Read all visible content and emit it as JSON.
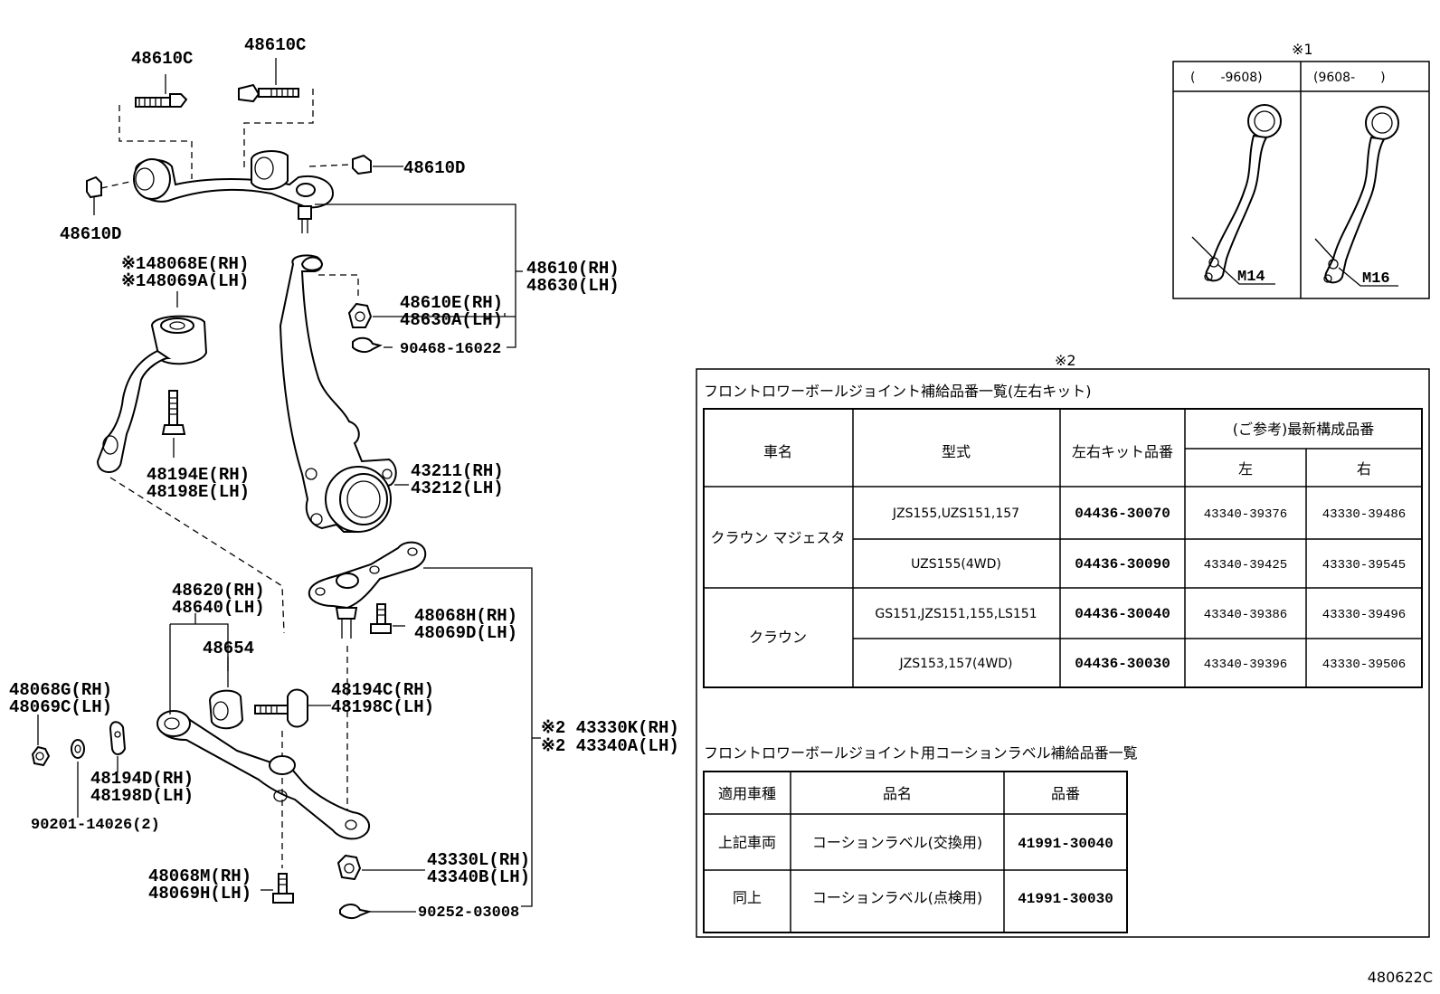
{
  "callouts": {
    "bolt_a": "48610C",
    "bolt_b": "48610C",
    "cap_right": "48610D",
    "cap_left": "48610D",
    "upper_arm_rh": "48610(RH)",
    "upper_arm_lh": "48630(LH)",
    "nut_rh": "48610E(RH)",
    "nut_lh": "48630A(LH)",
    "pin_top": "90468-16022",
    "strut_rh": "※148068E(RH)",
    "strut_lh": "※148069A(LH)",
    "strut_bolt_rh": "48194E(RH)",
    "strut_bolt_lh": "48198E(LH)",
    "knuckle_rh": "43211(RH)",
    "knuckle_lh": "43212(LH)",
    "lower_arm_rh": "48620(RH)",
    "lower_arm_lh": "48640(LH)",
    "bush": "48654",
    "bj_bolt_rh": "48068H(RH)",
    "bj_bolt_lh": "48069D(LH)",
    "cam_bolt_rh": "48194C(RH)",
    "cam_bolt_lh": "48198C(LH)",
    "washer_rh": "48068G(RH)",
    "washer_lh": "48069C(LH)",
    "plate_rh": "48194D(RH)",
    "plate_lh": "48198D(LH)",
    "nut_small": "90201-14026(2)",
    "ball_joint_rh": "※2 43330K(RH)",
    "ball_joint_lh": "※2 43340A(LH)",
    "bj_nut_rh": "43330L(RH)",
    "bj_nut_lh": "43340B(LH)",
    "low_bolt_rh": "48068M(RH)",
    "low_bolt_lh": "48069H(LH)",
    "pin_bottom": "90252-03008"
  },
  "inset1": {
    "mark": "※1",
    "col_left": "(　　-9608)",
    "col_right": "(9608-　　)",
    "size_left": "M14",
    "size_right": "M16"
  },
  "table1": {
    "mark": "※2",
    "title": "フロントロワーボールジョイント補給品番一覧(左右キット)",
    "h_car": "車名",
    "h_model": "型式",
    "h_kit": "左右キット品番",
    "h_ref": "(ご参考)最新構成品番",
    "h_left": "左",
    "h_right": "右",
    "car_majesta": "クラウン マジェスタ",
    "car_crown": "クラウン",
    "rows": [
      {
        "model": "JZS155,UZS151,157",
        "kit": "04436-30070",
        "left": "43340-39376",
        "right": "43330-39486"
      },
      {
        "model": "UZS155(4WD)",
        "kit": "04436-30090",
        "left": "43340-39425",
        "right": "43330-39545"
      },
      {
        "model": "GS151,JZS151,155,LS151",
        "kit": "04436-30040",
        "left": "43340-39386",
        "right": "43330-39496"
      },
      {
        "model": "JZS153,157(4WD)",
        "kit": "04436-30030",
        "left": "43340-39396",
        "right": "43330-39506"
      }
    ]
  },
  "table2": {
    "title": "フロントロワーボールジョイント用コーションラベル補給品番一覧",
    "h_apply": "適用車種",
    "h_name": "品名",
    "h_no": "品番",
    "rows": [
      {
        "apply": "上記車両",
        "name": "コーションラベル(交換用)",
        "no": "41991-30040"
      },
      {
        "apply": "同上",
        "name": "コーションラベル(点検用)",
        "no": "41991-30030"
      }
    ]
  },
  "footer_code": "480622C"
}
